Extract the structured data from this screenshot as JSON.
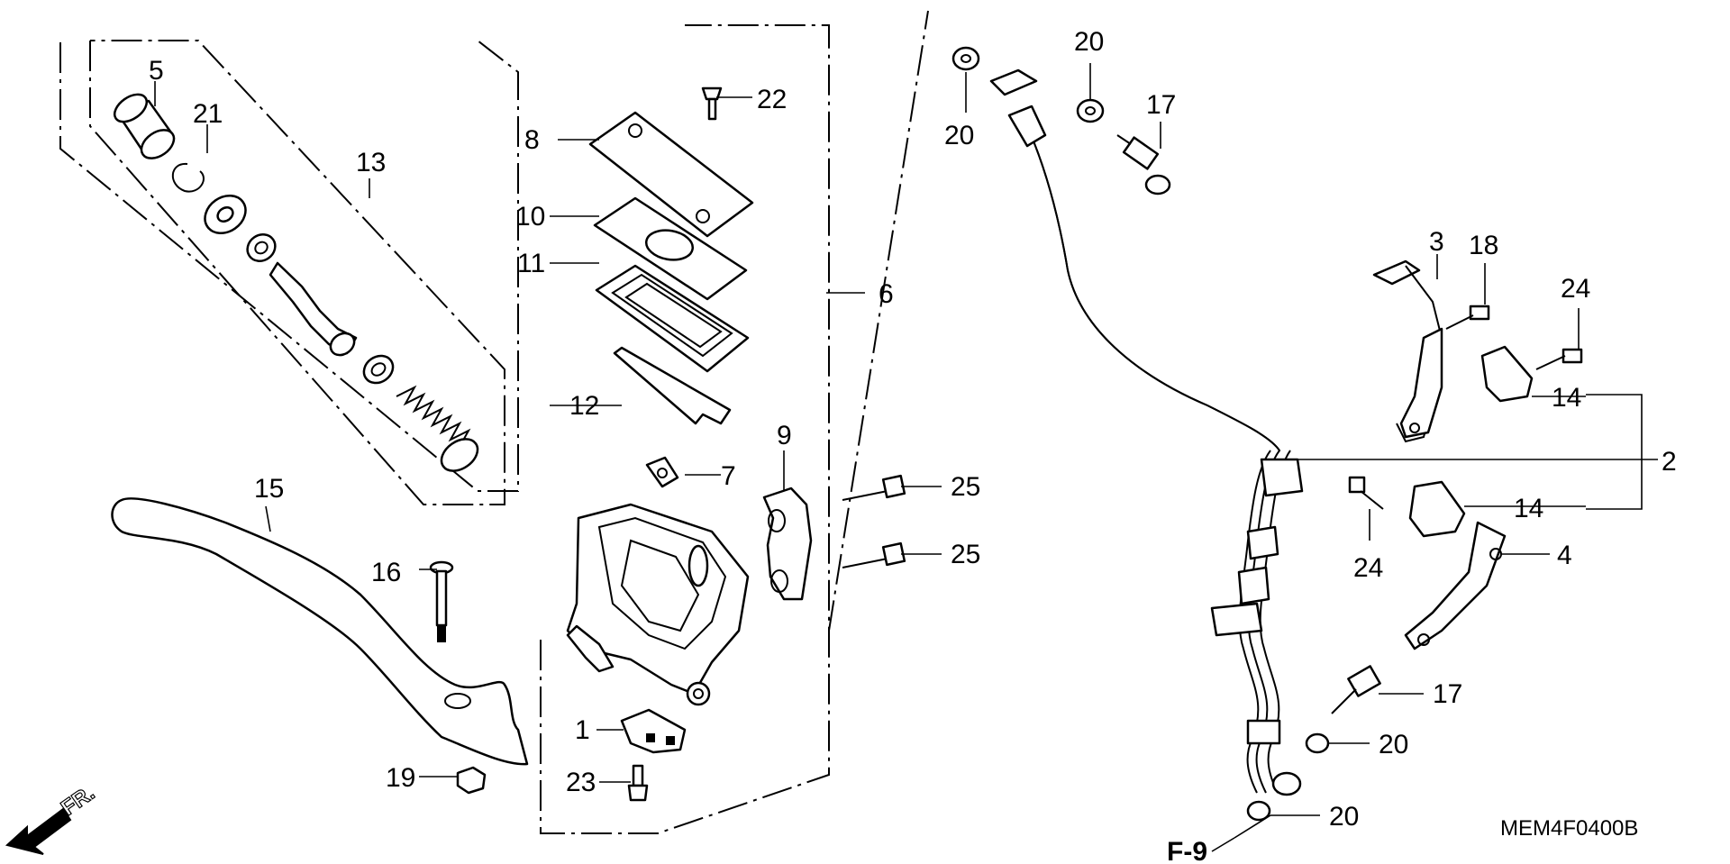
{
  "diagram": {
    "code": "MEM4F0400B",
    "page_ref": "F-9",
    "direction_label": "FR.",
    "callouts": {
      "c1": "1",
      "c2": "2",
      "c3": "3",
      "c4": "4",
      "c5": "5",
      "c6": "6",
      "c7": "7",
      "c8": "8",
      "c9": "9",
      "c10": "10",
      "c11": "11",
      "c12": "12",
      "c13": "13",
      "c14a": "14",
      "c14b": "14",
      "c15": "15",
      "c16": "16",
      "c17a": "17",
      "c17b": "17",
      "c18": "18",
      "c19": "19",
      "c20a": "20",
      "c20b": "20",
      "c20c": "20",
      "c20d": "20",
      "c21": "21",
      "c22": "22",
      "c23": "23",
      "c24a": "24",
      "c24b": "24",
      "c25a": "25",
      "c25b": "25"
    }
  }
}
